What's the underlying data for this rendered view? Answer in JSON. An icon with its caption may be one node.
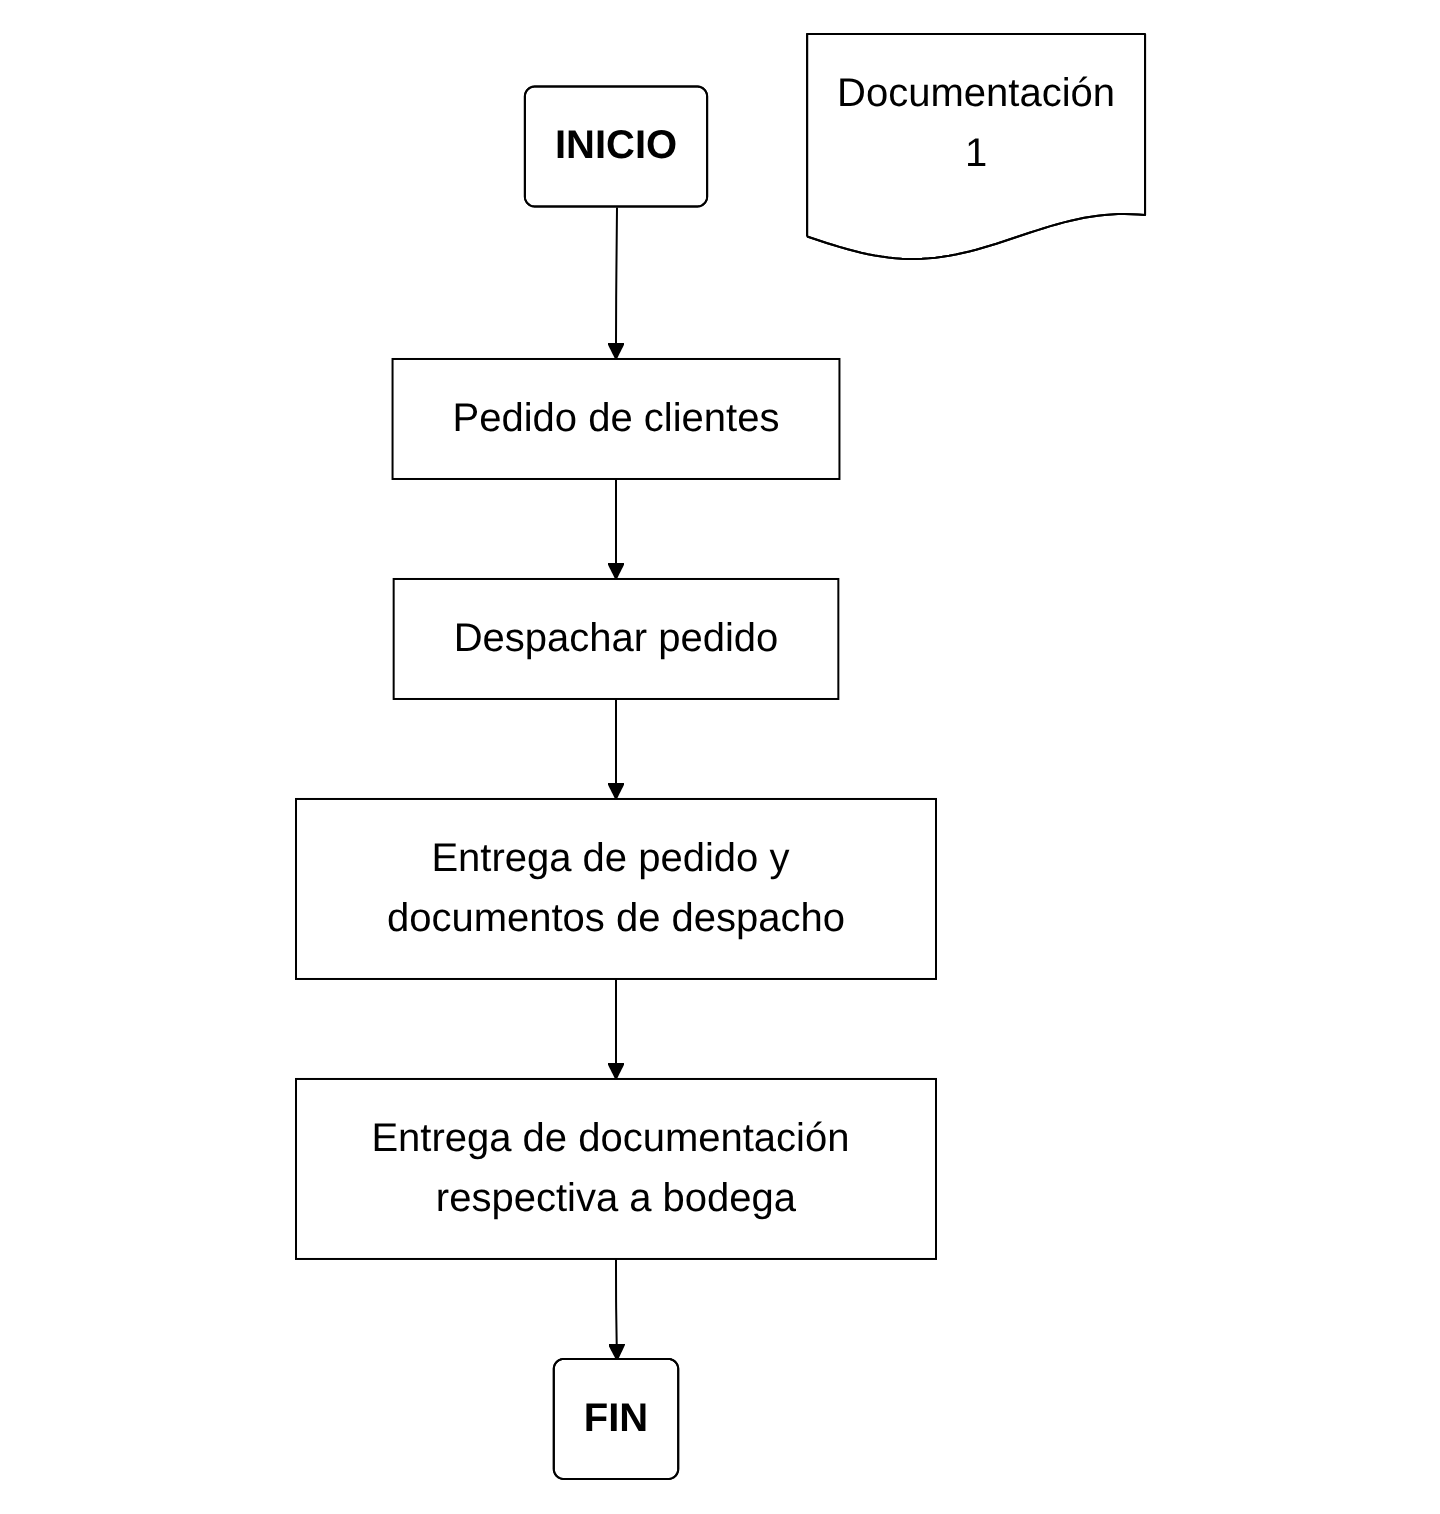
{
  "diagram": {
    "nodes": [
      {
        "text": [
          "INICIO"
        ]
      },
      {
        "text": [
          "Pedido de clientes"
        ]
      },
      {
        "text": [
          "Despachar pedido"
        ]
      },
      {
        "text": [
          "Entrega de pedido y documentos de despacho"
        ]
      },
      {
        "text": [
          "Documentación",
          "1"
        ]
      },
      {
        "text": [
          "Entrega de documentación respectiva a bodega"
        ]
      },
      {
        "text": [
          "FIN"
        ]
      }
    ],
    "edges": [
      {
        "from": 0,
        "to": 1,
        "arrow": "to"
      },
      {
        "from": 1,
        "to": 2,
        "arrow": "to"
      },
      {
        "from": 2,
        "to": 3,
        "arrow": "to"
      },
      {
        "from": 3,
        "to": 5,
        "arrow": "to"
      },
      {
        "from": 5,
        "to": 6,
        "arrow": "to"
      }
    ]
  }
}
